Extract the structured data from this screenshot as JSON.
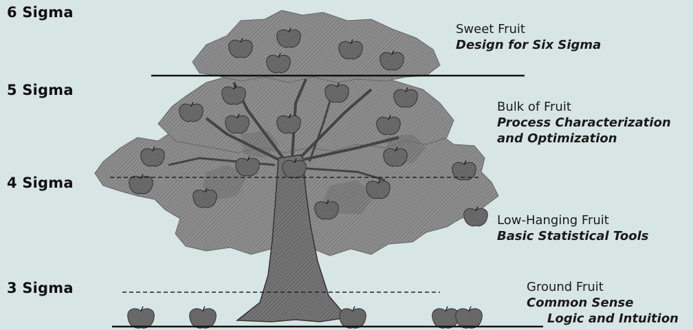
{
  "sigma_levels": [
    {
      "label": "6 Sigma"
    },
    {
      "label": "5 Sigma"
    },
    {
      "label": "4 Sigma"
    },
    {
      "label": "3 Sigma"
    }
  ],
  "tiers": [
    {
      "title": "Sweet Fruit",
      "lines": [
        "Design for Six Sigma"
      ]
    },
    {
      "title": "Bulk of Fruit",
      "lines": [
        "Process Characterization",
        "and Optimization"
      ]
    },
    {
      "title": "Low-Hanging Fruit",
      "lines": [
        "Basic Statistical Tools"
      ]
    },
    {
      "title": "Ground Fruit",
      "lines": [
        "Common Sense",
        "Logic and Intuition"
      ]
    }
  ],
  "colors": {
    "background": "#d7e5e4",
    "foliage": "#8c8c8c",
    "foliage_dark": "#6e6e6e",
    "trunk": "#8a8a8a",
    "fruit": "#6a6a6a",
    "line": "#111111"
  }
}
